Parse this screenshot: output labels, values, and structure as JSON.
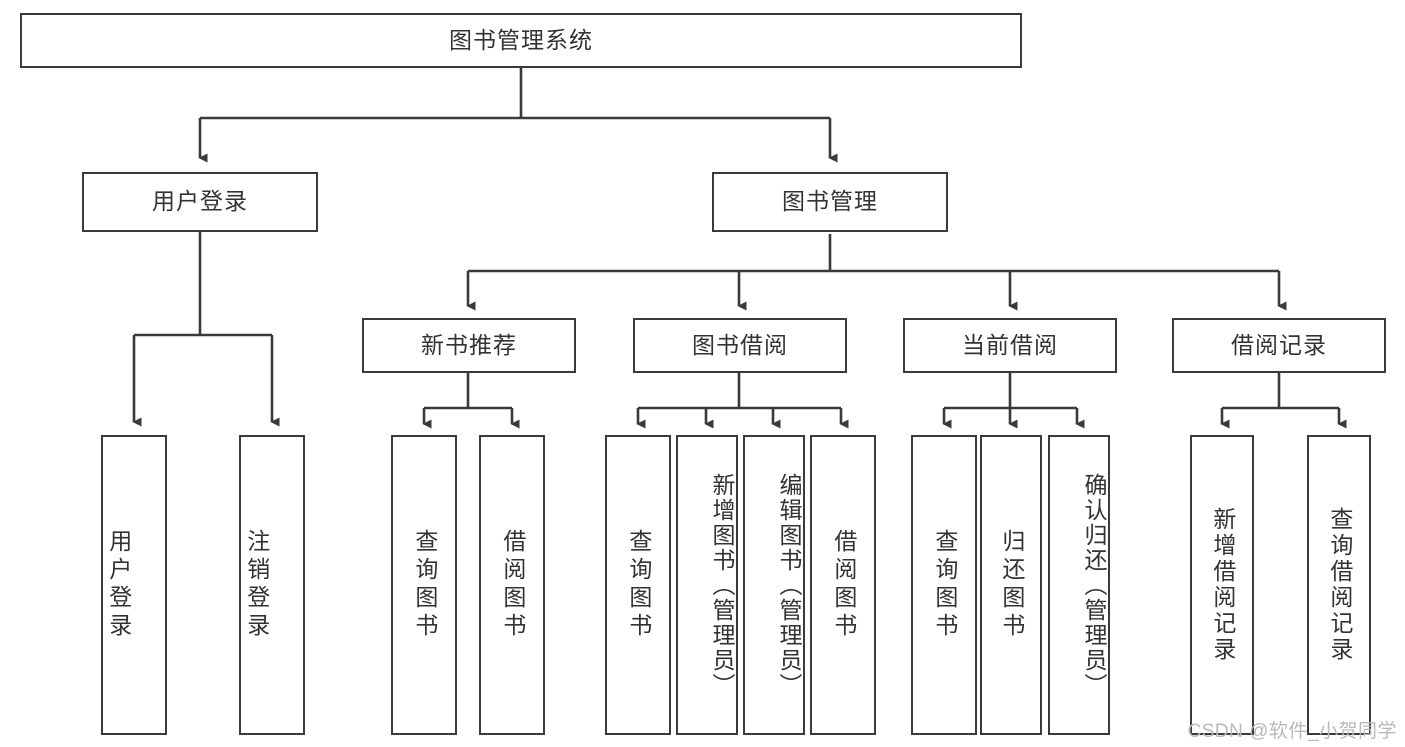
{
  "diagram": {
    "title": "图书管理系统",
    "type": "tree-hierarchy",
    "stroke_color": "#3a3a3a",
    "text_color": "#333333",
    "background_color": "#ffffff",
    "watermark": "CSDN @软件_小贺同学",
    "nodes": {
      "root": "图书管理系统",
      "level1": {
        "user_login": "用户登录",
        "book_manage": "图书管理"
      },
      "level2": {
        "new_book_rec": "新书推荐",
        "book_borrow": "图书借阅",
        "current_borrow": "当前借阅",
        "borrow_record": "借阅记录"
      },
      "leaves": {
        "user_login_1": "用户登录",
        "user_login_2": "注销登录",
        "new_book_rec_1": "查询图书",
        "new_book_rec_2": "借阅图书",
        "book_borrow_1": "查询图书",
        "book_borrow_2": "新增图书（管理员）",
        "book_borrow_3": "编辑图书（管理员）",
        "book_borrow_4": "借阅图书",
        "current_borrow_1": "查询图书",
        "current_borrow_2": "归还图书",
        "current_borrow_3": "确认归还（管理员）",
        "borrow_record_1": "新增借阅记录",
        "borrow_record_2": "查询借阅记录"
      }
    }
  }
}
